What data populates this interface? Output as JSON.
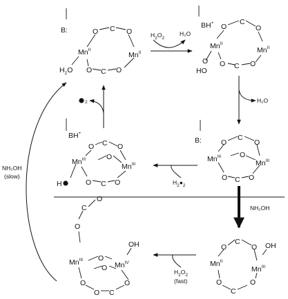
{
  "base_label": "B:",
  "base_protonated": "BH",
  "base_charge": "+",
  "oxygen": "O",
  "carbon": "C",
  "manganese": "Mn",
  "ox_state_2": "II",
  "ox_state_3": "III",
  "ox_state_4": "IV",
  "water_h2": "H",
  "water_sub": "2",
  "water_o": "O",
  "hydroperoxo": "HO",
  "hydroxyl": "OH",
  "hydrogen": "H",
  "peroxide_h": "H",
  "peroxide_sub": "2",
  "peroxide_o": "O",
  "peroxide_sub2": "2",
  "product_water": "H₂O",
  "reagent_nh2oh_upper": "NH₂OH",
  "slow_label": "(slow)",
  "reagent_nh2oh_lower": "NH₂OH",
  "fast_label": "(fast)"
}
